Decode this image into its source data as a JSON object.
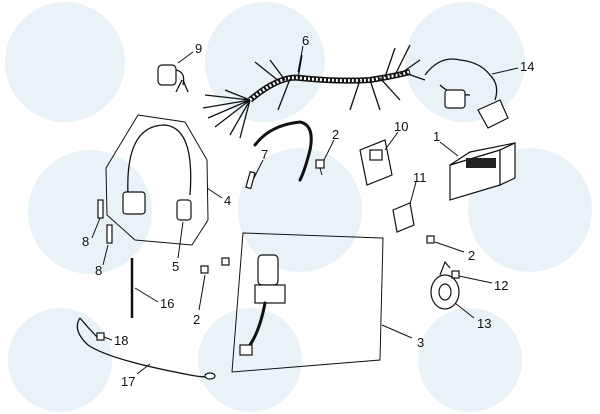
{
  "diagram": {
    "title": "Electrical parts exploded view",
    "labels": [
      {
        "id": "9",
        "text": "9"
      },
      {
        "id": "6",
        "text": "6"
      },
      {
        "id": "14",
        "text": "14"
      },
      {
        "id": "10",
        "text": "10"
      },
      {
        "id": "1",
        "text": "1"
      },
      {
        "id": "2a",
        "text": "2"
      },
      {
        "id": "7",
        "text": "7"
      },
      {
        "id": "11",
        "text": "11"
      },
      {
        "id": "4",
        "text": "4"
      },
      {
        "id": "8a",
        "text": "8"
      },
      {
        "id": "8b",
        "text": "8"
      },
      {
        "id": "5",
        "text": "5"
      },
      {
        "id": "2b",
        "text": "2"
      },
      {
        "id": "12",
        "text": "12"
      },
      {
        "id": "16",
        "text": "16"
      },
      {
        "id": "2c",
        "text": "2"
      },
      {
        "id": "13",
        "text": "13"
      },
      {
        "id": "3",
        "text": "3"
      },
      {
        "id": "18",
        "text": "18"
      },
      {
        "id": "17",
        "text": "17"
      }
    ]
  }
}
